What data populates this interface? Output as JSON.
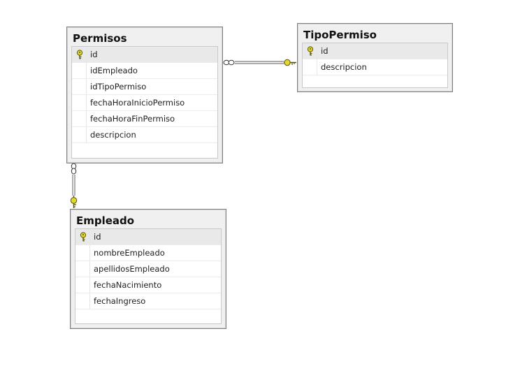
{
  "diagram": {
    "tables": [
      {
        "title": "Permisos",
        "columns": [
          {
            "name": "id",
            "primary_key": true
          },
          {
            "name": "idEmpleado",
            "primary_key": false
          },
          {
            "name": "idTipoPermiso",
            "primary_key": false
          },
          {
            "name": "fechaHoraInicioPermiso",
            "primary_key": false
          },
          {
            "name": "fechaHoraFinPermiso",
            "primary_key": false
          },
          {
            "name": "descripcion",
            "primary_key": false
          }
        ]
      },
      {
        "title": "TipoPermiso",
        "columns": [
          {
            "name": "id",
            "primary_key": true
          },
          {
            "name": "descripcion",
            "primary_key": false
          }
        ]
      },
      {
        "title": "Empleado",
        "columns": [
          {
            "name": "id",
            "primary_key": true
          },
          {
            "name": "nombreEmpleado",
            "primary_key": false
          },
          {
            "name": "apellidosEmpleado",
            "primary_key": false
          },
          {
            "name": "fechaNacimiento",
            "primary_key": false
          },
          {
            "name": "fechaIngreso",
            "primary_key": false
          }
        ]
      }
    ],
    "relationships": [
      {
        "from": "Permisos",
        "to": "TipoPermiso",
        "many_end": "Permisos",
        "one_end": "TipoPermiso"
      },
      {
        "from": "Permisos",
        "to": "Empleado",
        "many_end": "Permisos",
        "one_end": "Empleado"
      }
    ],
    "colors": {
      "key_icon": "#e3d832",
      "key_outline": "#5a5300",
      "connector": "#8a8a8a"
    }
  }
}
